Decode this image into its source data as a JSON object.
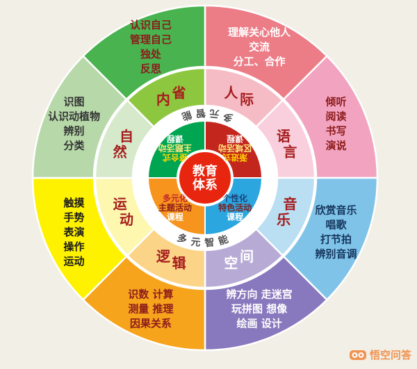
{
  "background_color": "#f2efe6",
  "watermark": {
    "text": "悟空问答",
    "color": "#f08438",
    "icon": "goggles-icon"
  },
  "wheel": {
    "center": {
      "lines": [
        "教育",
        "体系"
      ],
      "color": "#e8250f",
      "text_color": "#ffffff"
    },
    "band": {
      "top_text": "多元智能",
      "bottom_text": "多元智能",
      "text_color": "#4d4d4d",
      "background": "#ffffff"
    },
    "quadrants": [
      {
        "id": "top-left",
        "start": 270,
        "end": 360,
        "color": "#00a551",
        "flipped": true,
        "lines": [
          {
            "text": "整合式",
            "color": "#ffd400"
          },
          {
            "text": "主题活动",
            "color": "#ffe97f"
          },
          {
            "text": "课程",
            "color": "#ffffff"
          }
        ]
      },
      {
        "id": "top-right",
        "start": 0,
        "end": 90,
        "color": "#c3261d",
        "flipped": true,
        "lines": [
          {
            "text": "渐进式",
            "color": "#ffd400"
          },
          {
            "text": "区域活动",
            "color": "#ffe97f"
          },
          {
            "text": "课程",
            "color": "#ffffff"
          }
        ]
      },
      {
        "id": "bottom-right",
        "start": 90,
        "end": 180,
        "color": "#2ba6df",
        "flipped": false,
        "lines": [
          {
            "text": "个性化",
            "color": "#1c3f77"
          },
          {
            "text": "特色活动",
            "color": "#7c1f1f"
          },
          {
            "text": "课程",
            "color": "#ffffff"
          }
        ]
      },
      {
        "id": "bottom-left",
        "start": 180,
        "end": 270,
        "color": "#f7941d",
        "flipped": false,
        "lines": [
          {
            "text": "多元化",
            "color": "#c1272d"
          },
          {
            "text": "主题活动",
            "color": "#8b1a1a"
          },
          {
            "text": "课程",
            "color": "#ffffff"
          }
        ]
      }
    ],
    "sectors": [
      {
        "label": "人际",
        "start": 0,
        "end": 45,
        "outer_color": "#ec7c86",
        "mid_color": "#f6bcc6",
        "label_color": "#a51c1c",
        "detail_color": "#ffffff",
        "details": [
          "理解关心他人",
          "交流",
          "分工、合作"
        ]
      },
      {
        "label": "语言",
        "start": 45,
        "end": 90,
        "outer_color": "#f2a3c0",
        "mid_color": "#f9cedd",
        "label_color": "#a51c1c",
        "detail_color": "#8c1b1b",
        "details": [
          "倾听",
          "阅读",
          "书写",
          "演说"
        ]
      },
      {
        "label": "音乐",
        "start": 90,
        "end": 135,
        "outer_color": "#7fc3e8",
        "mid_color": "#badef2",
        "label_color": "#a51c1c",
        "detail_color": "#16355c",
        "details": [
          "欣赏音乐",
          "唱歌",
          "打节拍",
          "辨别音调"
        ]
      },
      {
        "label": "空间",
        "start": 135,
        "end": 180,
        "outer_color": "#8878bd",
        "mid_color": "#b7abd6",
        "label_color": "#ffffff",
        "detail_color": "#ffffff",
        "details": [
          "辨方向  走迷宫",
          "玩拼图  想像",
          "绘画  设计"
        ]
      },
      {
        "label": "逻辑",
        "start": 180,
        "end": 225,
        "outer_color": "#f7a41d",
        "mid_color": "#fbd487",
        "label_color": "#a51c1c",
        "detail_color": "#8c1b1b",
        "details": [
          "识数  计算",
          "测量  推理",
          "因果关系"
        ]
      },
      {
        "label": "运动",
        "start": 225,
        "end": 270,
        "outer_color": "#fff200",
        "mid_color": "#fdf7b0",
        "label_color": "#a51c1c",
        "detail_color": "#1a1a1a",
        "details": [
          "触摸",
          "手势",
          "表演",
          "操作",
          "运动"
        ]
      },
      {
        "label": "自然",
        "start": 270,
        "end": 315,
        "outer_color": "#b7d9a9",
        "mid_color": "#d6e9cb",
        "label_color": "#a51c1c",
        "detail_color": "#333333",
        "details": [
          "识图",
          "认识动植物",
          "辨别",
          "分类"
        ]
      },
      {
        "label": "内省",
        "start": 315,
        "end": 360,
        "outer_color": "#49b34f",
        "mid_color": "#8dc63f",
        "label_color": "#a51c1c",
        "detail_color": "#8c1b1b",
        "details": [
          "认识自己",
          "管理自己",
          "独处",
          "反思"
        ]
      }
    ]
  }
}
